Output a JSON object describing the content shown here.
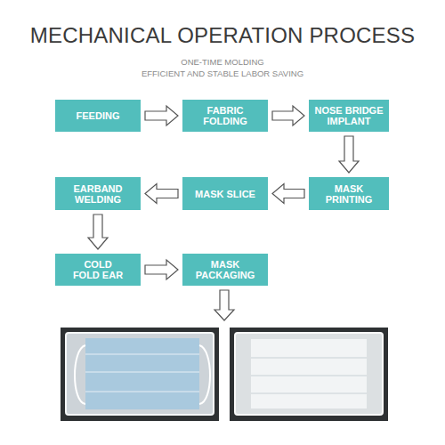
{
  "diagram": {
    "title": "MECHANICAL OPERATION PROCESS",
    "nodes": [
      {
        "text": [
          "FEEDING"
        ]
      },
      {
        "text": [
          "FABRIC FOLDING"
        ]
      },
      {
        "text": [
          "NOSE BRIDGE IMPLANT"
        ]
      },
      {
        "text": [
          "EARBAND WELDING"
        ]
      },
      {
        "text": [
          "MASK SLICE"
        ]
      },
      {
        "text": [
          "MASK PRINTING"
        ]
      },
      {
        "text": [
          "COLD FOLD EAR"
        ]
      },
      {
        "text": [
          "MASK PACKAGING"
        ]
      }
    ],
    "edges": [
      {
        "from": 0,
        "to": 1,
        "arrow": "to"
      },
      {
        "from": 1,
        "to": 2,
        "arrow": "to"
      },
      {
        "from": 2,
        "to": 5,
        "arrow": "to"
      },
      {
        "from": 5,
        "to": 4,
        "arrow": "to"
      },
      {
        "from": 4,
        "to": 3,
        "arrow": "to"
      },
      {
        "from": 3,
        "to": 6,
        "arrow": "to"
      },
      {
        "from": 6,
        "to": 7,
        "arrow": "to"
      }
    ],
    "labels": [
      "ONE-TIME MOLDING",
      "EFFICIENT AND STABLE LABOR SAVING"
    ]
  }
}
